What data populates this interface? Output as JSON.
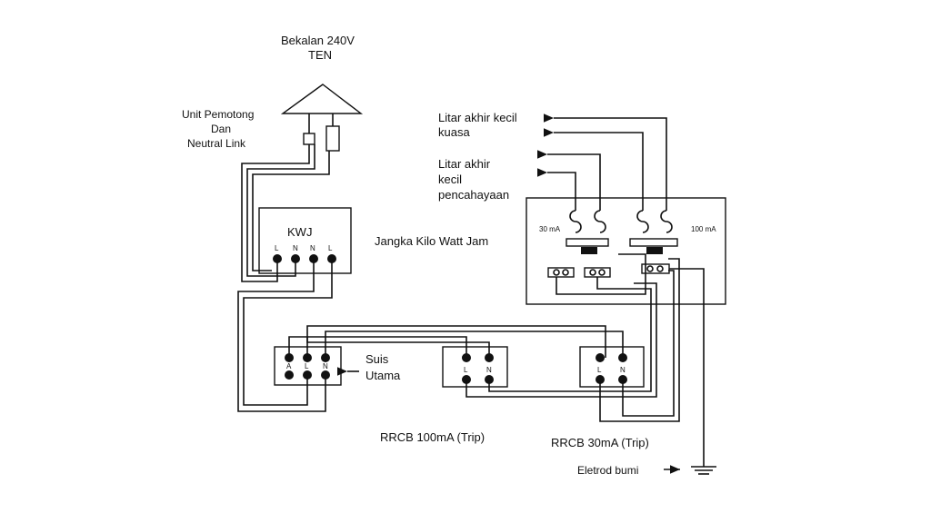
{
  "supply": {
    "line1": "Bekalan  240V",
    "line2": "TEN"
  },
  "cutout": {
    "line1": "Unit Pemotong",
    "line2": "Dan",
    "line3": "Neutral Link"
  },
  "kwj": {
    "title": "KWJ",
    "terminals": [
      "L",
      "N",
      "N",
      "L"
    ],
    "label": "Jangka Kilo Watt Jam"
  },
  "main_switch": {
    "line1": "Suis",
    "line2": "Utama",
    "terminal_top": "A",
    "terminal_l": "L",
    "terminal_n": "N"
  },
  "rccb_100": {
    "terminals": [
      "L",
      "N"
    ],
    "label": "RRCB  100mA (Trip)"
  },
  "rccb_30": {
    "terminals": [
      "L",
      "N"
    ],
    "label": "RRCB  30mA (Trip)"
  },
  "distribution": {
    "label_30": "30 mA",
    "label_100": "100 mA"
  },
  "circuits": {
    "power_line1": "Litar akhir kecil",
    "power_line2": "kuasa",
    "lighting_line1": "Litar akhir",
    "lighting_line2": "kecil",
    "lighting_line3": "pencahayaan"
  },
  "earth": {
    "label": "Eletrod bumi"
  }
}
